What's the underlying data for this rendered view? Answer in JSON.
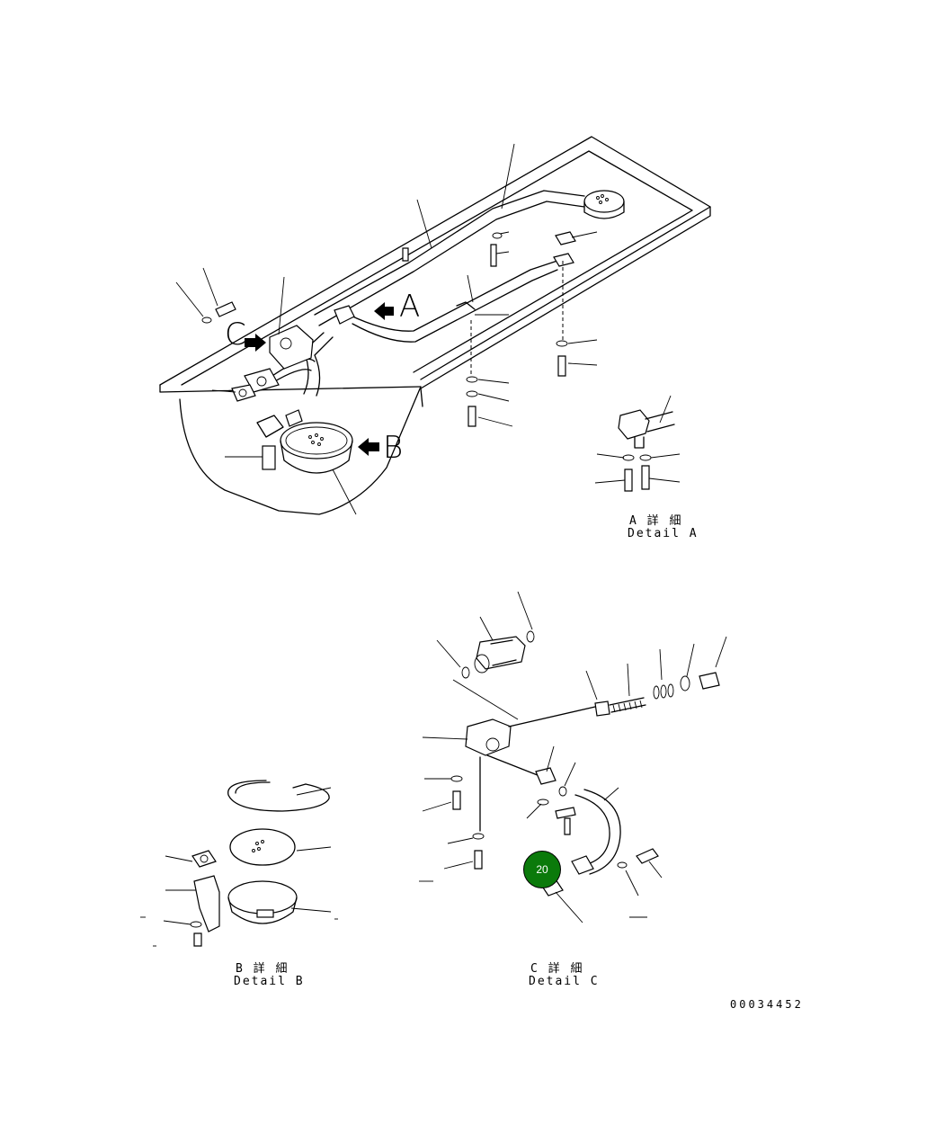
{
  "arrow_labels": {
    "a": "A",
    "b": "B",
    "c": "C"
  },
  "details": {
    "a": {
      "jp": "A 詳 細",
      "en": "Detail A"
    },
    "b": {
      "jp": "B 詳 細",
      "en": "Detail B"
    },
    "c": {
      "jp": "C 詳 細",
      "en": "Detail C"
    }
  },
  "callout": {
    "number": "20",
    "color": "#0b7a0b"
  },
  "drawing_number": "00034452"
}
